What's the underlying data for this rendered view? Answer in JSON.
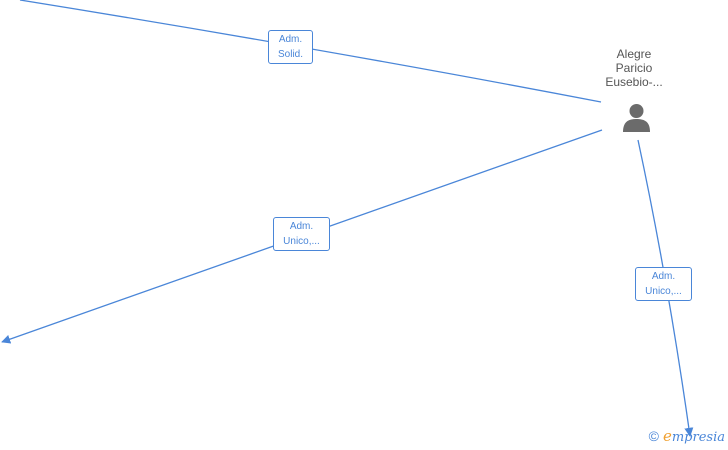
{
  "person": {
    "name_lines": [
      "Alegre",
      "Paricio",
      "Eusebio-..."
    ],
    "icon": "person-icon"
  },
  "relations": [
    {
      "id": "rel-top",
      "lines": [
        "Adm.",
        "Solid."
      ]
    },
    {
      "id": "rel-left",
      "lines": [
        "Adm.",
        "Unico,..."
      ]
    },
    {
      "id": "rel-bottom",
      "lines": [
        "Adm.",
        "Unico,..."
      ]
    }
  ],
  "brand": {
    "copyright": "©",
    "e": "e",
    "rest": "mpresia"
  },
  "colors": {
    "edge": "#4a86d8",
    "person": "#6b6b6b",
    "brand_accent": "#f0a030"
  }
}
